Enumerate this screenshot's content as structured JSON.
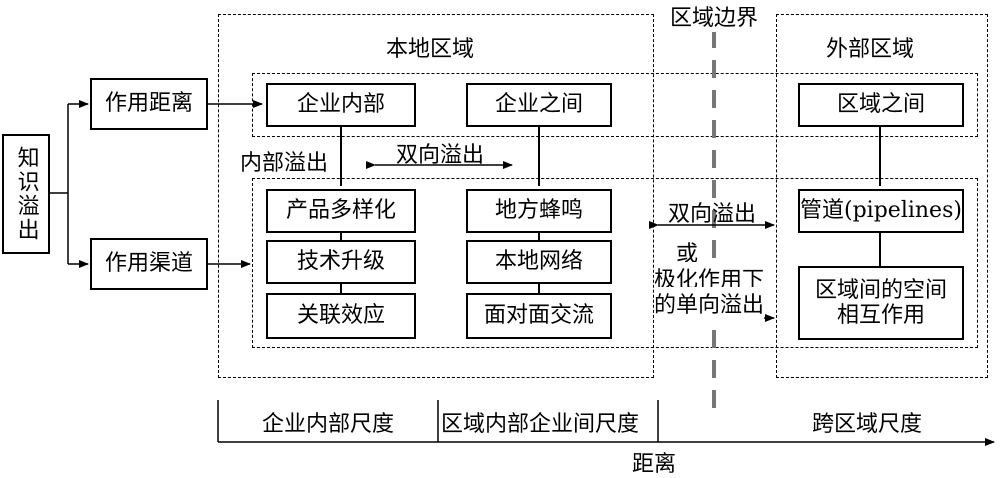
{
  "left": {
    "root": "知识溢出",
    "distance": "作用距离",
    "channel": "作用渠道"
  },
  "local_region": {
    "title": "本地区域",
    "top_boxes": [
      "企业内部",
      "企业之间"
    ],
    "internal_spill": "内部溢出",
    "two_way": "双向溢出",
    "col1": [
      "产品多样化",
      "技术升级",
      "关联效应"
    ],
    "col2": [
      "地方蜂鸣",
      "本地网络",
      "面对面交流"
    ]
  },
  "border": {
    "title": "区域边界",
    "two_way": "双向溢出",
    "or": "或",
    "polarized_line1": "极化作用下",
    "polarized_line2": "的单向溢出"
  },
  "external_region": {
    "title": "外部区域",
    "between": "区域之间",
    "pipelines": "管道(pipelines)",
    "interaction_line1": "区域间的空间",
    "interaction_line2": "相互作用"
  },
  "scale": {
    "intra_firm": "企业内部尺度",
    "inter_firm": "区域内部企业间尺度",
    "cross_region": "跨区域尺度",
    "axis_label": "距离"
  }
}
